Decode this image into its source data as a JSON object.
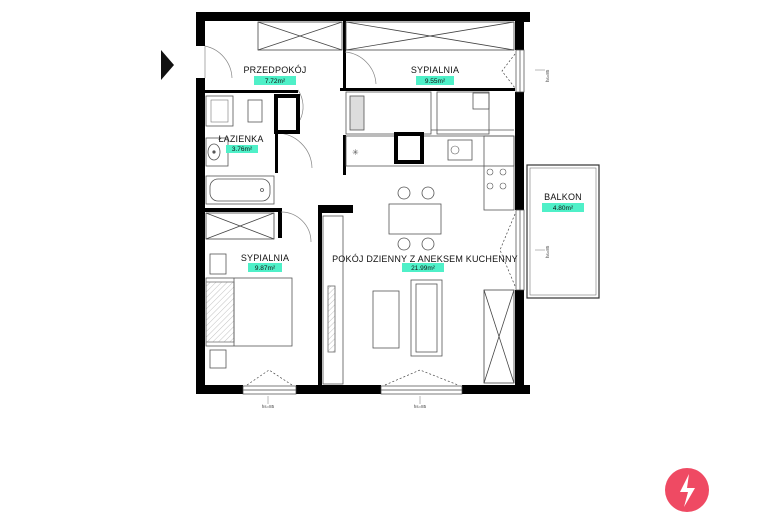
{
  "rooms": {
    "hall": {
      "name": "PRZEDPOKÓJ",
      "area": "7.72m²"
    },
    "bath": {
      "name": "ŁAZIENKA",
      "area": "3.76m²"
    },
    "bedroom_top": {
      "name": "SYPIALNIA",
      "area": "9.55m²"
    },
    "bedroom_left": {
      "name": "SYPIALNIA",
      "area": "9.87m²"
    },
    "living": {
      "name": "POKÓJ DZIENNY  Z ANEKSEM KUCHENNY",
      "area": "21.99m²"
    },
    "balcony": {
      "name": "BALKON",
      "area": "4.80m²"
    }
  },
  "window_heights": {
    "right_upper": "hs=85",
    "right_lower": "hs=85",
    "bottom_left": "hs=85",
    "bottom_mid": "hs=85"
  },
  "colors": {
    "area_badge": "#4ff0c8",
    "wall": "#000000",
    "logo": "#ef4a63"
  },
  "icons": {
    "entrance": "entrance-arrow-icon",
    "logo": "brand-logo-icon"
  }
}
